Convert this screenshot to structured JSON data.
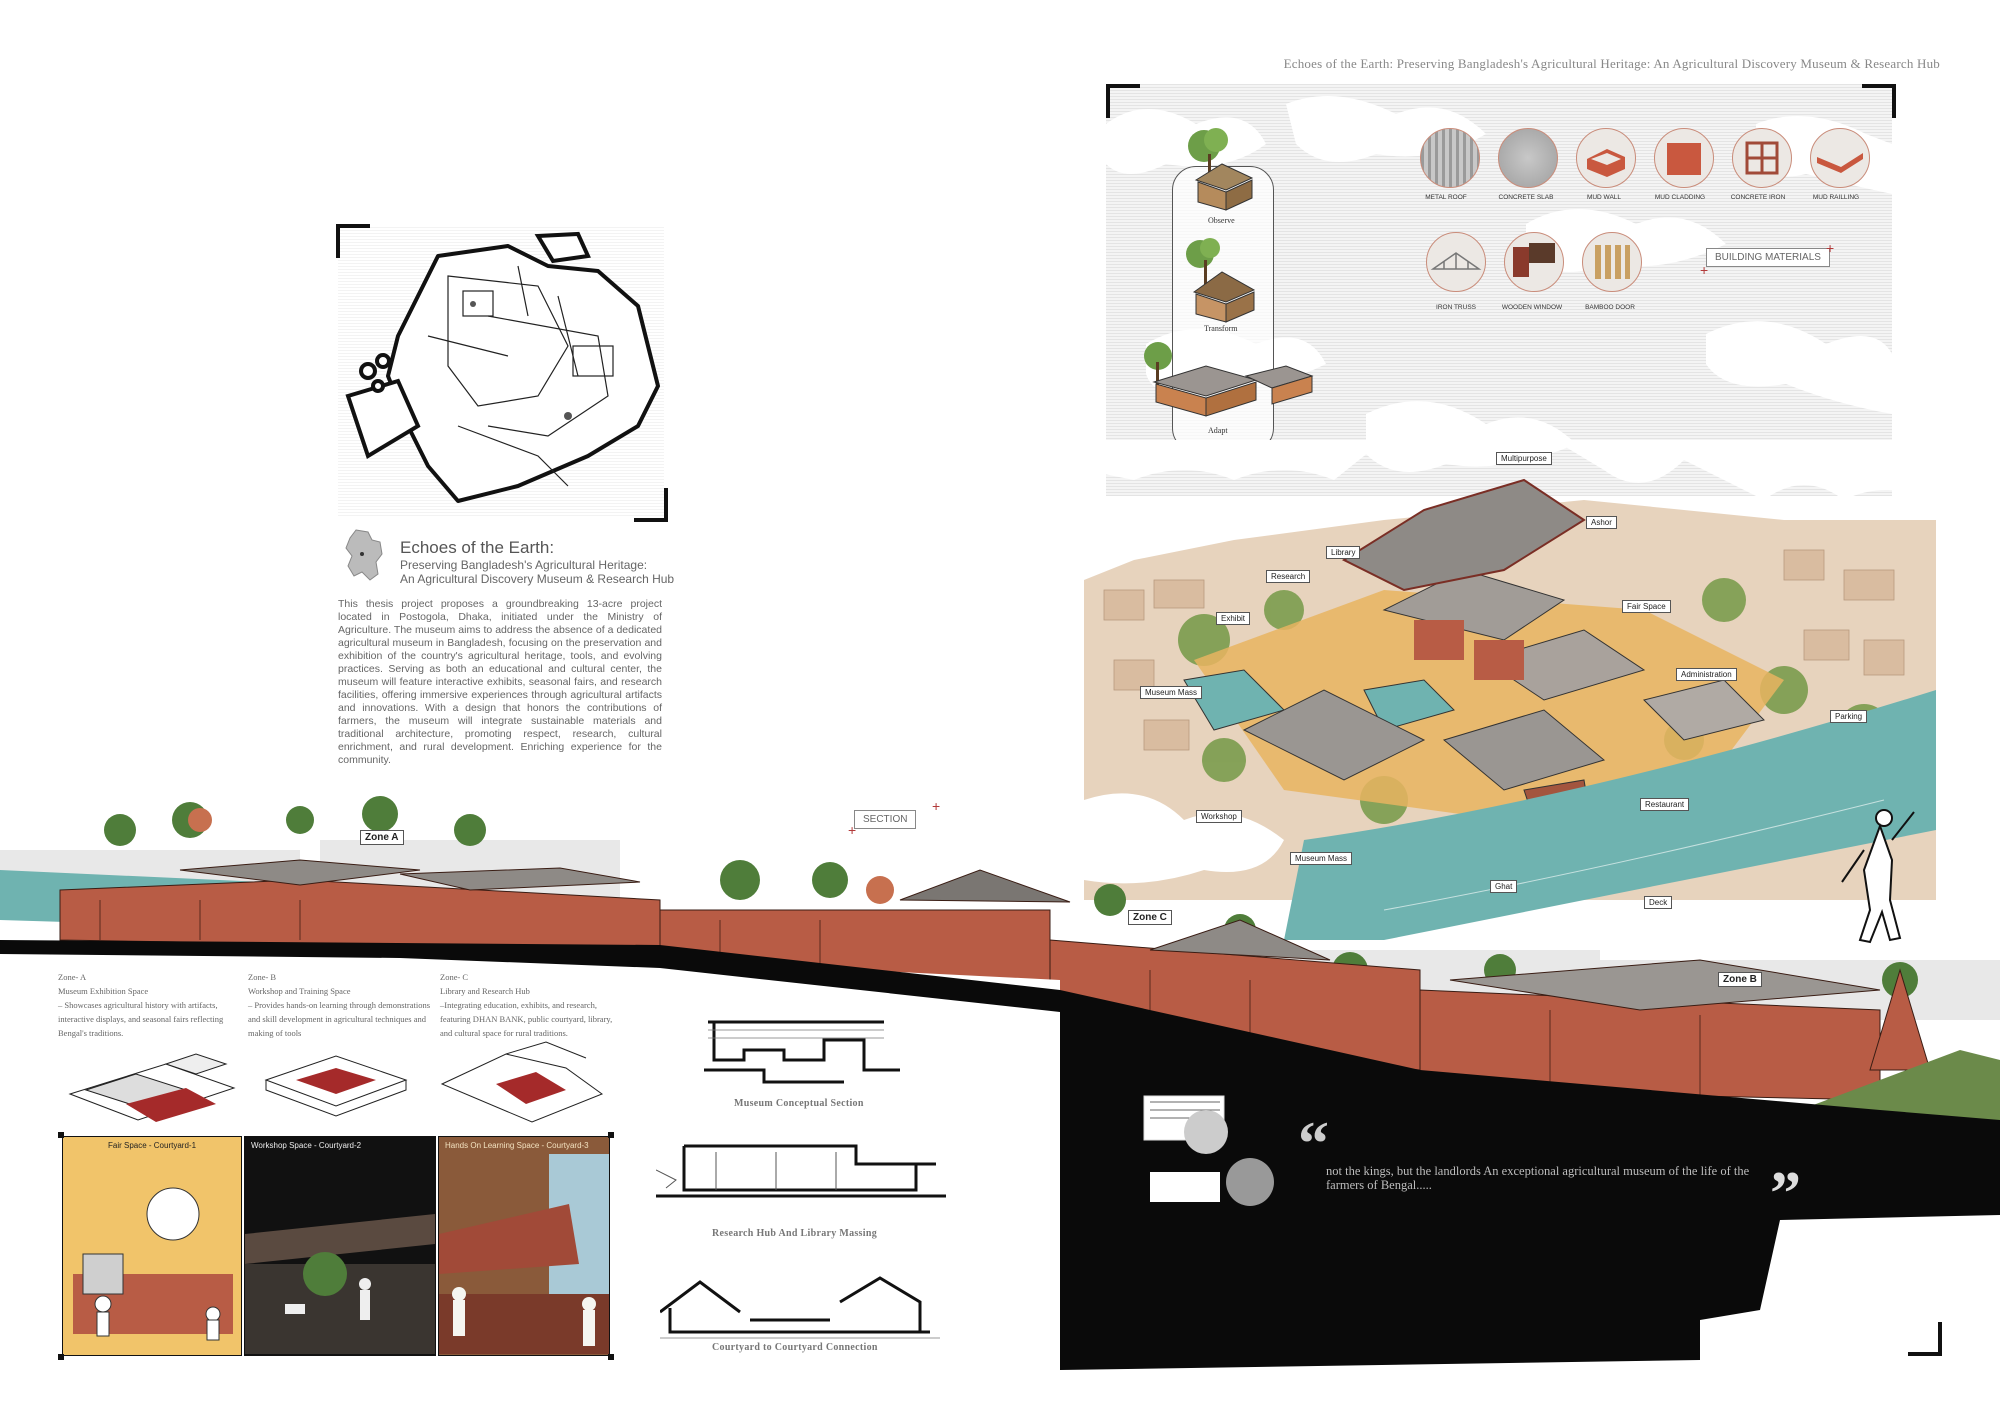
{
  "header": {
    "title": "Echoes of the Earth: Preserving Bangladesh's Agricultural Heritage: An Agricultural Discovery Museum & Research Hub"
  },
  "title_block": {
    "title": "Echoes of the Earth:",
    "subtitle1": "Preserving Bangladesh's Agricultural Heritage:",
    "subtitle2": "An Agricultural Discovery Museum & Research Hub"
  },
  "abstract": "This thesis project proposes a groundbreaking 13-acre project located in Postogola, Dhaka, initiated under the Ministry of Agriculture. The museum aims to address the absence of a dedicated agricultural museum in Bangladesh, focusing on the preservation and exhibition of the country's agricultural heritage, tools, and evolving practices. Serving as both an educational and cultural center, the museum will feature interactive exhibits, seasonal fairs, and research facilities, offering immersive experiences through agricultural artifacts and innovations. With a design that honors the contributions of farmers, the museum will integrate sustainable materials and traditional architecture, promoting respect, research, cultural enrichment, and rural development. Enriching experience for the community.",
  "concept": {
    "observe": "Observe",
    "transform": "Transform",
    "adapt": "Adapt"
  },
  "materials": {
    "row1": [
      "METAL ROOF",
      "CONCRETE SLAB",
      "MUD WALL",
      "MUD CLADDING",
      "CONCRETE IRON",
      "MUD RAILLING"
    ],
    "row2": [
      "IRON TRUSS",
      "WOODEN WINDOW",
      "BAMBOO DOOR"
    ],
    "tag": "BUILDING MATERIALS"
  },
  "site_labels": {
    "multipurpose": "Multipurpose",
    "ashor": "Ashor",
    "library": "Library",
    "research": "Research",
    "exhibit": "Exhibit",
    "fair_space": "Fair Space",
    "administration": "Administration",
    "parking": "Parking",
    "museum_mass_1": "Museum Mass",
    "workshop": "Workshop",
    "restaurant": "Restaurant",
    "museum_mass_2": "Museum Mass",
    "ghat": "Ghat",
    "deck": "Deck"
  },
  "section": {
    "tag": "SECTION",
    "zone_a": "Zone A",
    "zone_b": "Zone B",
    "zone_c": "Zone C"
  },
  "zones": [
    {
      "name": "Zone- A",
      "type": "Museum Exhibition Space",
      "desc": "– Showcases agricultural history with artifacts, interactive displays, and seasonal fairs reflecting Bengal's traditions."
    },
    {
      "name": "Zone- B",
      "type": "Workshop and Training Space",
      "desc": "– Provides hands-on learning through demonstrations and skill development in agricultural techniques and making of tools"
    },
    {
      "name": "Zone- C",
      "type": "Library and Research Hub",
      "desc": "–Integrating education, exhibits, and research, featuring DHAN BANK, public courtyard, library, and cultural space for rural traditions."
    }
  ],
  "panels": [
    {
      "title": "Fair Space - Courtyard-1"
    },
    {
      "title": "Workshop Space - Courtyard-2"
    },
    {
      "title": "Hands On Learning Space - Courtyard-3"
    }
  ],
  "diagrams": [
    {
      "caption": "Museum Conceptual Section"
    },
    {
      "caption": "Research Hub And Library Massing"
    },
    {
      "caption": "Courtyard to Courtyard Connection"
    }
  ],
  "quote": {
    "open": "“",
    "text": "not the kings, but the landlords An exceptional agricultural museum of the life of the farmers of Bengal.....",
    "close": "”"
  },
  "colors": {
    "brick": "#b85c45",
    "water": "#6fb3b0",
    "roof": "#8e8a86",
    "ink": "#111111",
    "accent": "#b23a3a"
  }
}
